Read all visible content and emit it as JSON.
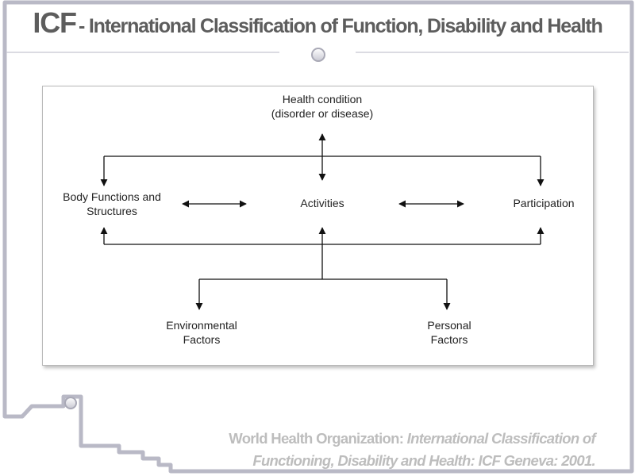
{
  "slide": {
    "title_abbrev": "ICF",
    "title_rest": "- International Classification of Function, Disability and Health"
  },
  "diagram": {
    "health_condition_line1": "Health condition",
    "health_condition_line2": "(disorder or disease)",
    "body_functions_line1": "Body Functions and",
    "body_functions_line2": "Structures",
    "activities": "Activities",
    "participation": "Participation",
    "environmental_line1": "Environmental",
    "environmental_line2": "Factors",
    "personal_line1": "Personal",
    "personal_line2": "Factors"
  },
  "citation": {
    "author": "World Health Organization:",
    "title_part1": "International Classification of",
    "title_part2": "Functioning, Disability and Health: ICF Geneva: 2001."
  },
  "colors": {
    "frame": "#b9b9c6",
    "title": "#5d5d5d",
    "citation": "#bdbdbd"
  }
}
